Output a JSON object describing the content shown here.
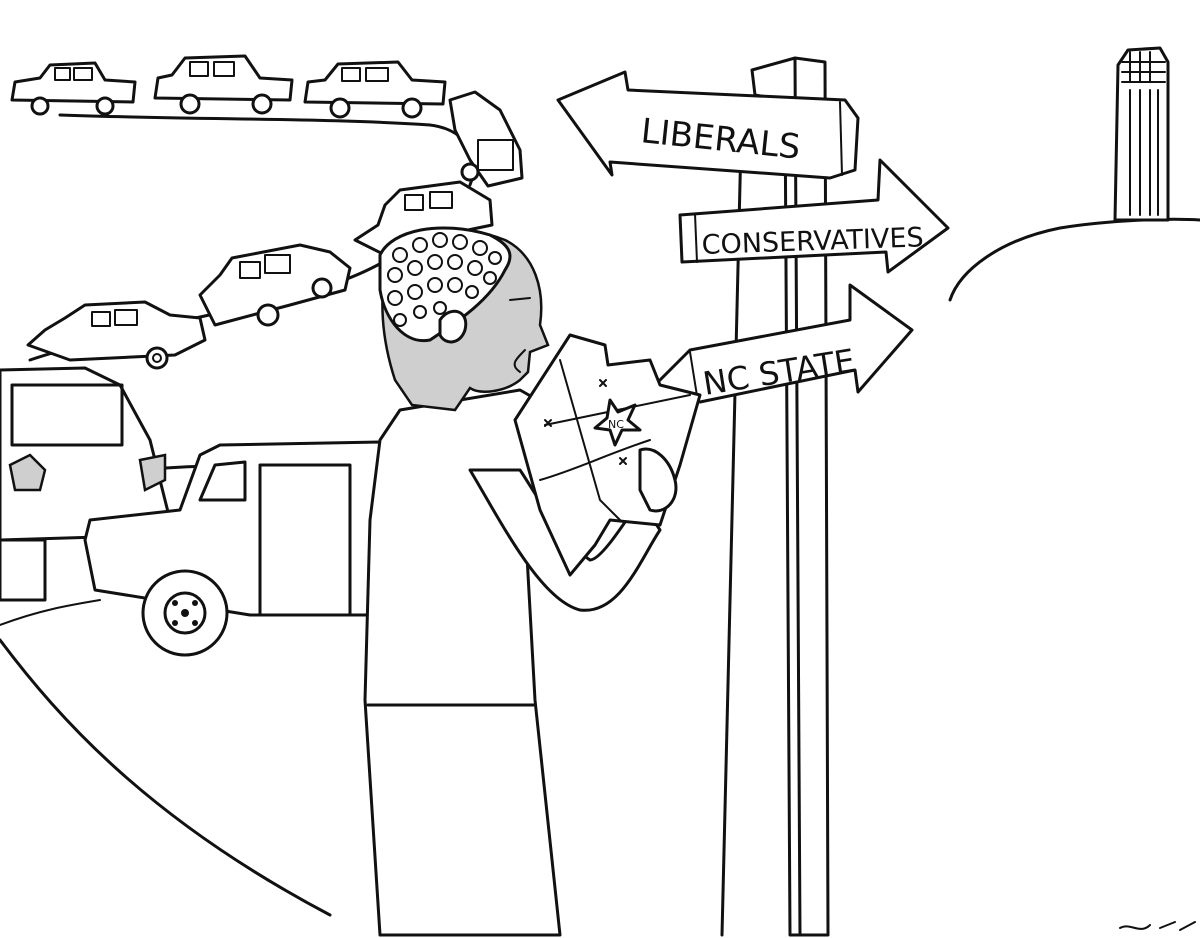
{
  "signs": {
    "liberals": "LIBERALS",
    "conservatives": "CONSERVATIVES",
    "ncstate": "NC STATE"
  },
  "map": {
    "label": "NC"
  }
}
